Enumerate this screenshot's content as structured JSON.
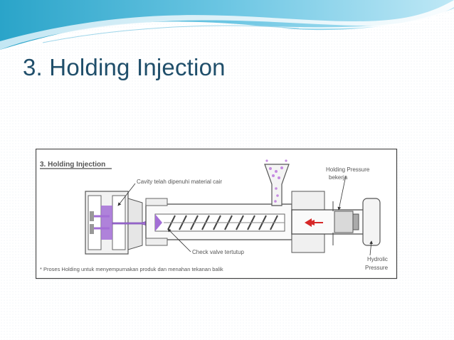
{
  "slide": {
    "title": "3. Holding Injection"
  },
  "diagram": {
    "heading": "3. Holding Injection",
    "label_cavity": "Cavity telah dipenuhi material cair",
    "label_holding_1": "Holding Pressure",
    "label_holding_2": "bekerja",
    "label_check_valve": "Check valve tertutup",
    "label_hydrolic_1": "Hydrolic",
    "label_hydrolic_2": "Pressure",
    "note": "* Proses Holding untuk menyempurnakan produk dan menahan tekanan balik"
  },
  "colors": {
    "title": "#1f4e6a",
    "wave_dark": "#1b8fb5",
    "wave_light": "#bfe5f3",
    "material": "#a36fd6",
    "arrow": "#d62828"
  }
}
